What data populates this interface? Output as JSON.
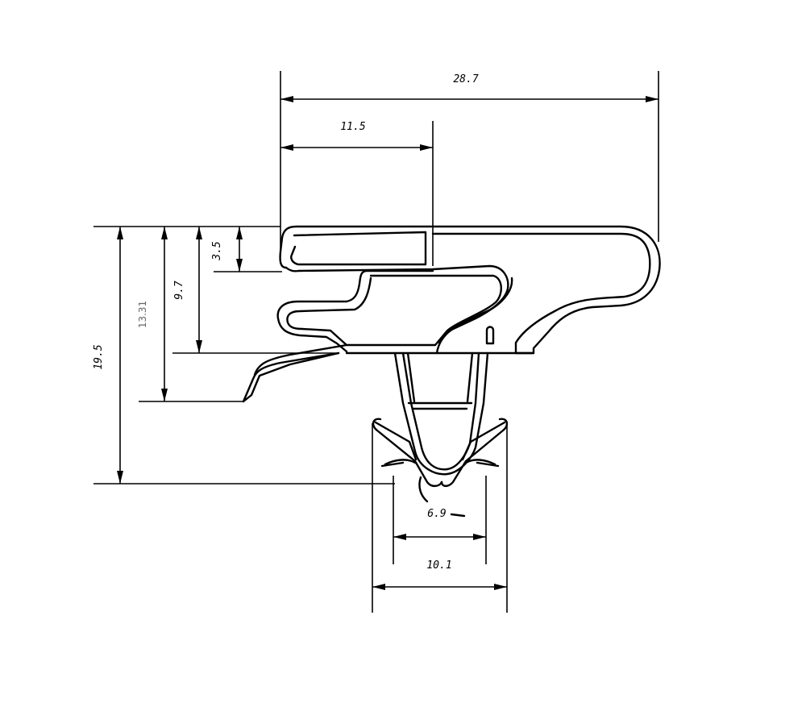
{
  "dimensions": {
    "overall_width": "28.7",
    "flange_width": "11.5",
    "top_height": "3.5",
    "mid_height": "9.7",
    "lip_height": "13.31",
    "overall_height": "19.5",
    "bulb_dim": "6.9",
    "base_width": "10.1"
  },
  "colors": {
    "line": "#000000",
    "background": "#ffffff",
    "muted_text": "#666666"
  }
}
